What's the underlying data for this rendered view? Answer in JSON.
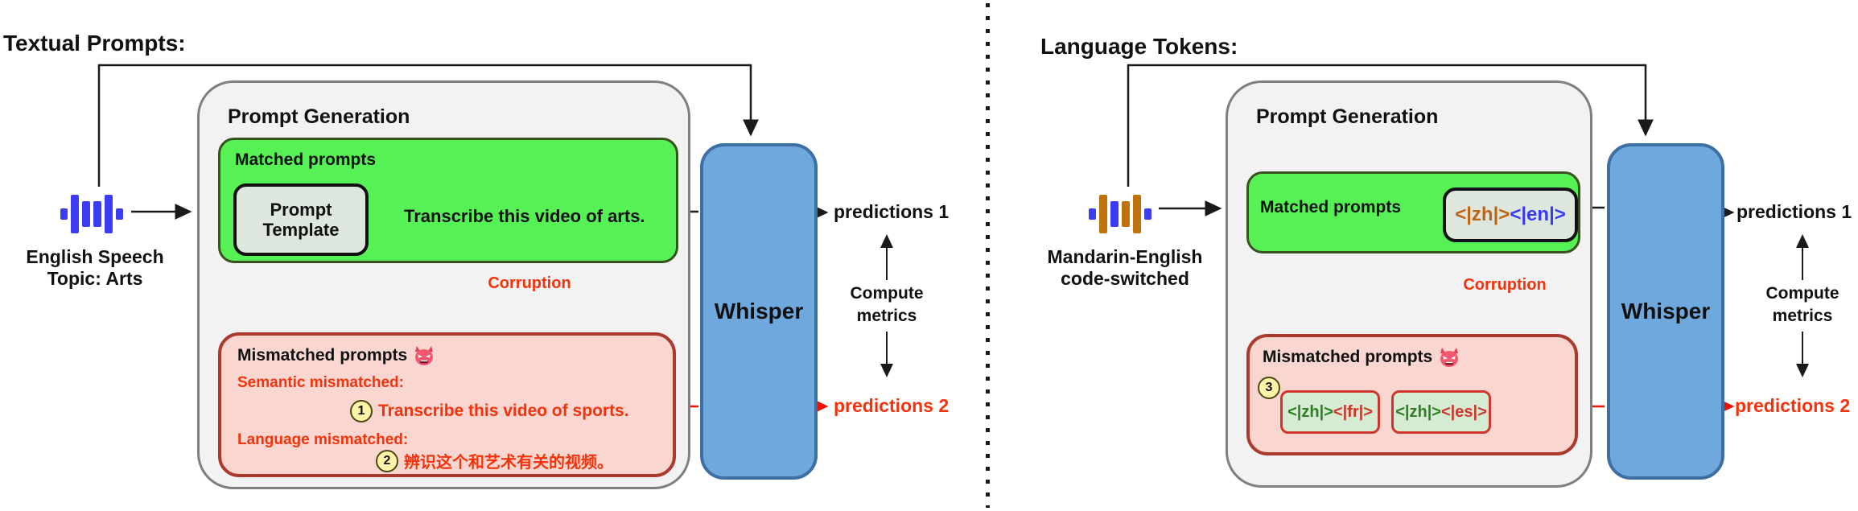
{
  "colors": {
    "matched_green": "#55f155",
    "matched_border": "#37521d",
    "mismatched_pink": "#f9d6d0",
    "mismatched_border": "#ab3a2c",
    "whisper_blue": "#6fa8dc",
    "whisper_border": "#3d6fa5",
    "red_accent": "#f5320b",
    "template_fill": "#dde7dd",
    "token_zh_orange": "#bf6414",
    "token_en_blue": "#3838f5",
    "token_zh_green": "#2f7d25",
    "token_mismatch_red": "#d0342c",
    "icon_blue": "#3c3cf2",
    "icon_orange": "#c0720e",
    "panel_gray": "#f2f2f2",
    "circle_yellow": "#fdf3a9"
  },
  "left": {
    "title": "Textual Prompts:",
    "source_icon": "audio-waveform-icon",
    "source_label": {
      "line1": "English Speech",
      "line2": "Topic: Arts"
    },
    "prompt_generation": {
      "title": "Prompt Generation",
      "matched": {
        "label": "Matched prompts",
        "template": {
          "line1": "Prompt",
          "line2": "Template"
        },
        "prompt": "Transcribe this video of arts."
      },
      "corruption_label": "Corruption",
      "mismatched": {
        "label": "Mismatched prompts",
        "icon": "devil-face-icon",
        "semantic_label": "Semantic mismatched:",
        "item1": {
          "num": "1",
          "text": "Transcribe this video of sports."
        },
        "language_label": "Language mismatched:",
        "item2": {
          "num": "2",
          "text": "辨识这个和艺术有关的视频。"
        }
      }
    },
    "model": "Whisper",
    "predictions1": "predictions 1",
    "compute": {
      "line1": "Compute",
      "line2": "metrics"
    },
    "predictions2": "predictions 2"
  },
  "right": {
    "title": "Language Tokens:",
    "source_icon": "audio-waveform-icon",
    "source_label": {
      "line1": "Mandarin-English",
      "line2": "code-switched"
    },
    "prompt_generation": {
      "title": "Prompt Generation",
      "matched": {
        "label": "Matched prompts",
        "token_zh": "<|zh|>",
        "token_en": "<|en|>"
      },
      "corruption_label": "Corruption",
      "mismatched": {
        "label": "Mismatched prompts",
        "icon": "devil-face-icon",
        "num": "3",
        "box1": {
          "zh": "<|zh|>",
          "other": "<|fr|>"
        },
        "box2": {
          "zh": "<|zh|>",
          "other": "<|es|>"
        }
      }
    },
    "model": "Whisper",
    "predictions1": "predictions 1",
    "compute": {
      "line1": "Compute",
      "line2": "metrics"
    },
    "predictions2": "predictions 2"
  }
}
